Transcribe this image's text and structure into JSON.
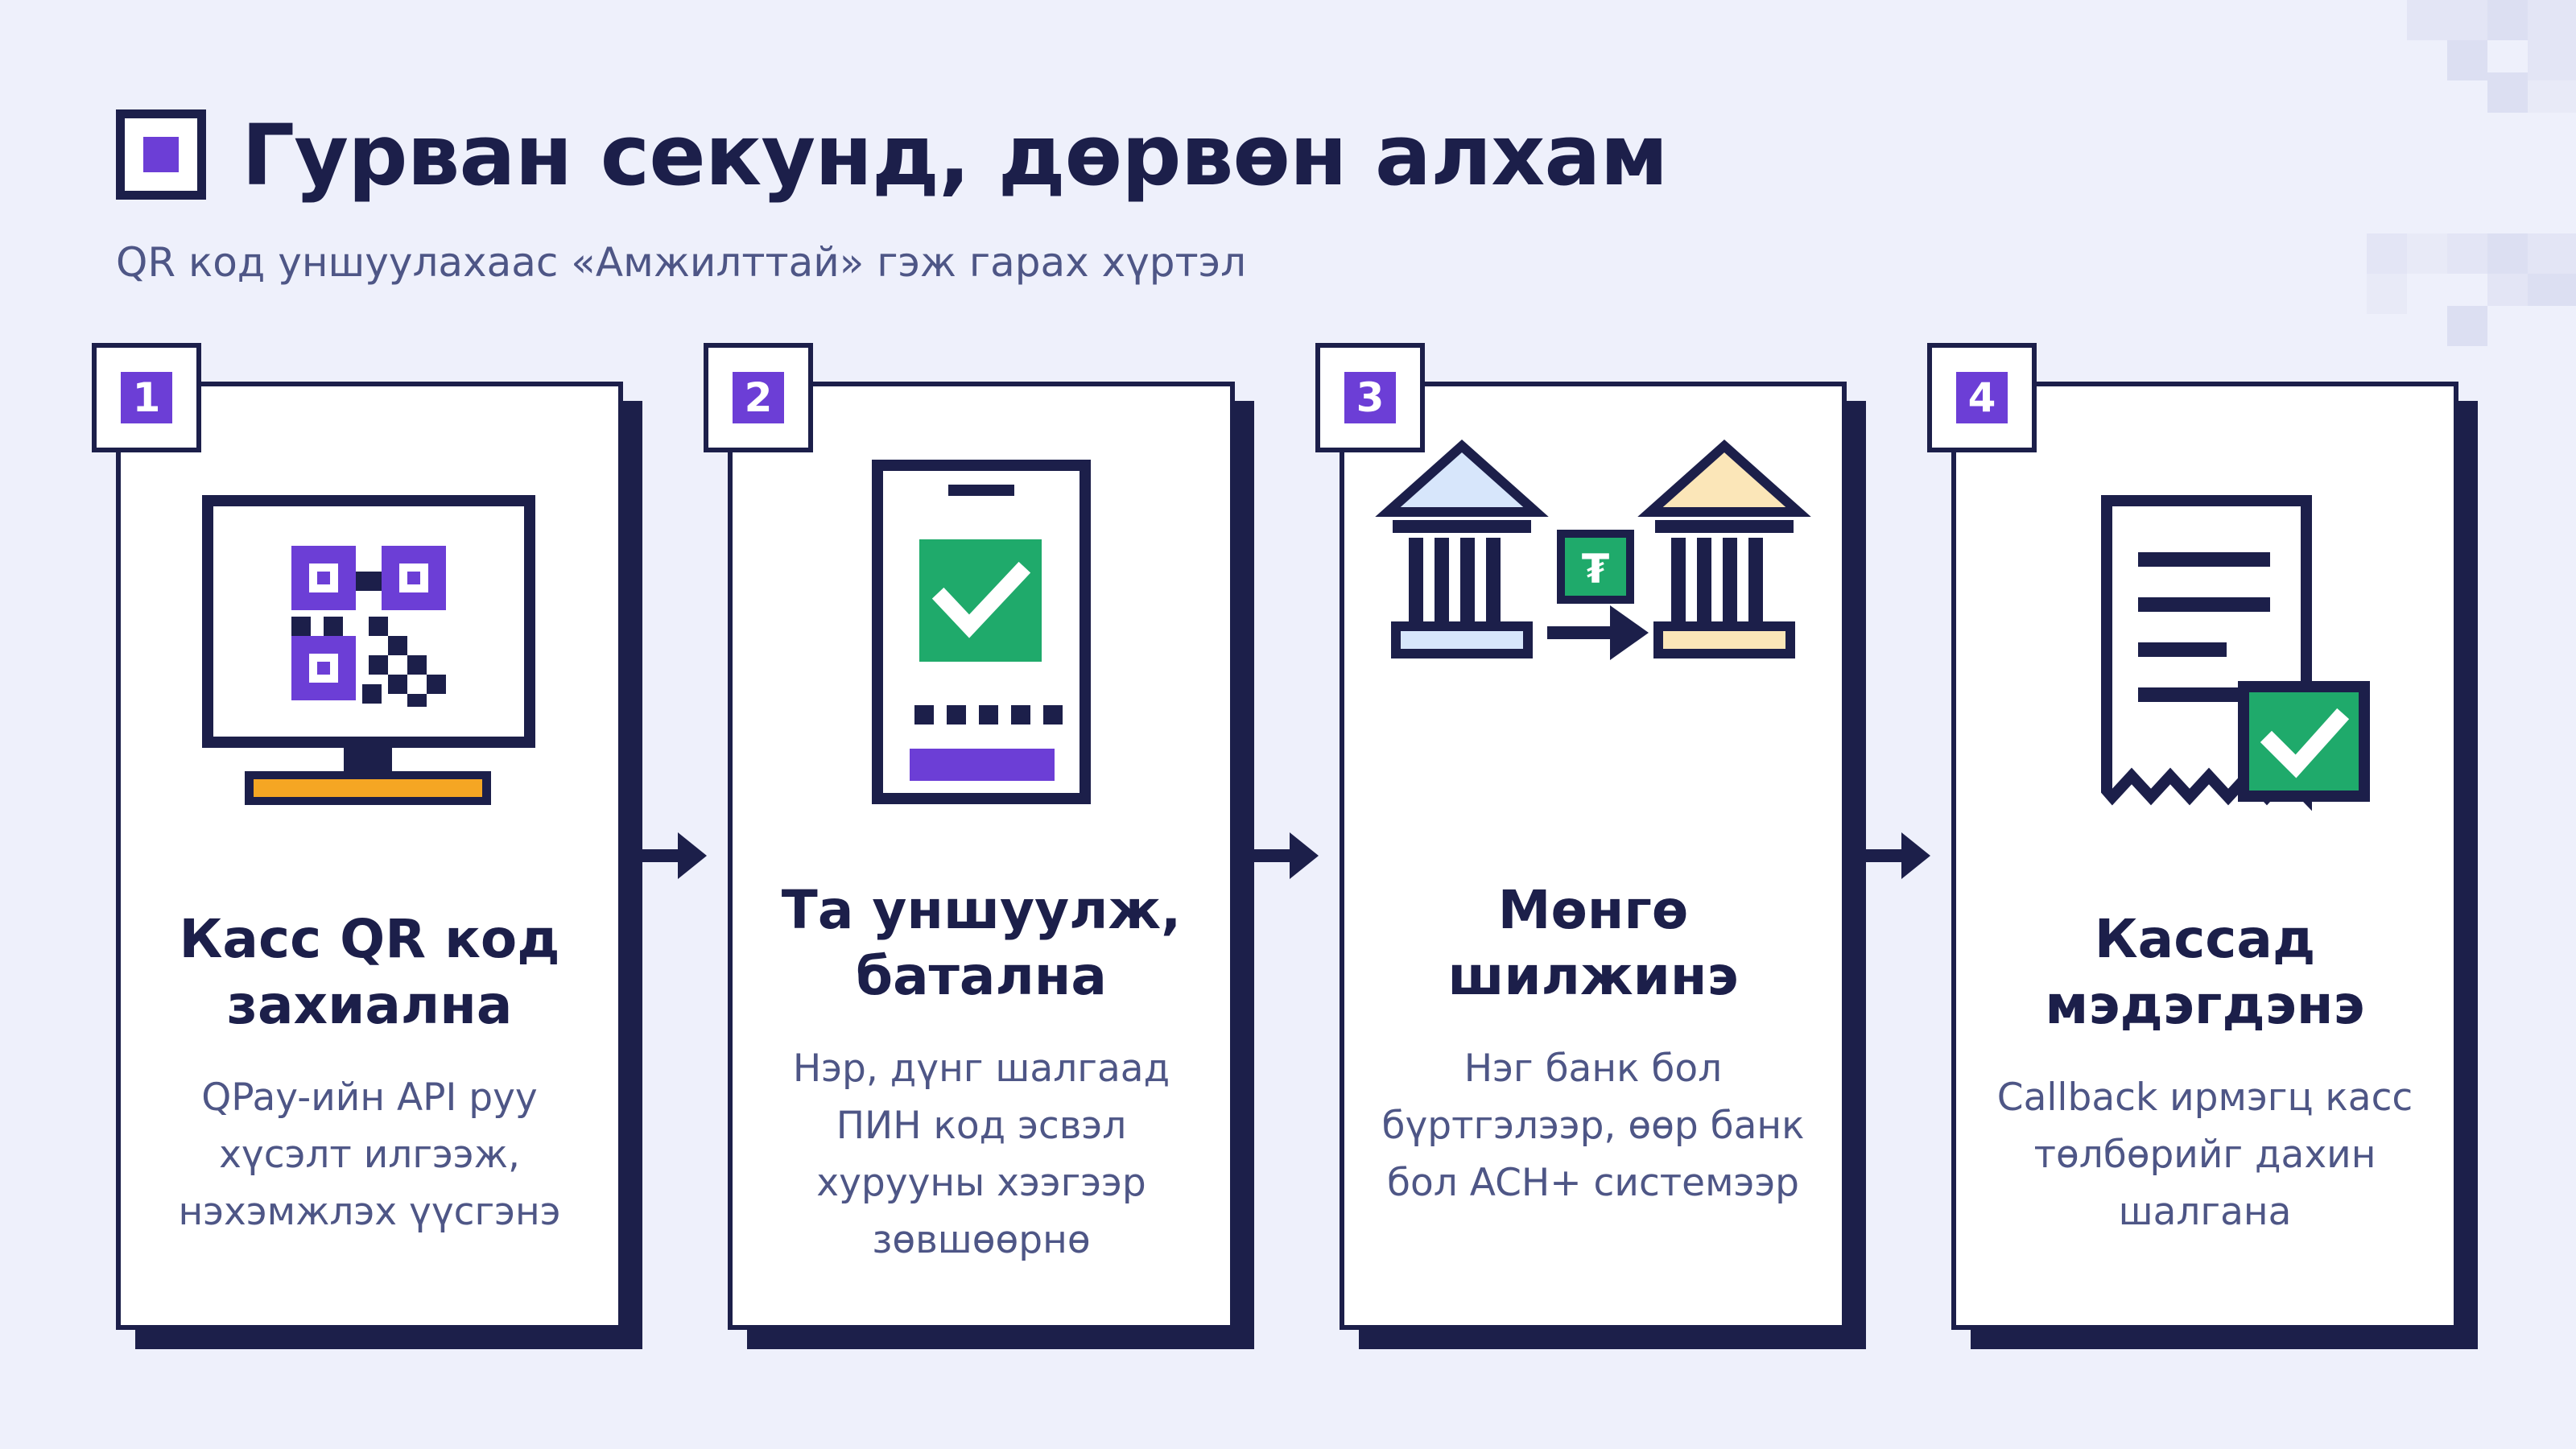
{
  "header": {
    "title": "Гурван секунд, дөрвөн алхам",
    "subtitle": "QR код уншуулахаас «Амжилттай» гэж гарах хүртэл"
  },
  "steps": [
    {
      "number": "1",
      "title": "Касс QR код захиална",
      "description": "QPay-ийн API руу хүсэлт илгээж, нэхэмжлэх үүсгэнэ",
      "icon": "monitor-qr-icon"
    },
    {
      "number": "2",
      "title": "Та уншуулж, батална",
      "description": "Нэр, дүнг шалгаад ПИН код эсвэл хурууны хээгээр зөвшөөрнө",
      "icon": "phone-check-icon"
    },
    {
      "number": "3",
      "title": "Мөнгө шилжинэ",
      "description": "Нэг банк бол бүртгэлээр, өөр банк бол ACH+ системээр",
      "icon": "bank-transfer-icon"
    },
    {
      "number": "4",
      "title": "Кассад мэдэгдэнэ",
      "description": "Callback ирмэгц касс төлбөрийг дахин шалгана",
      "icon": "receipt-check-icon"
    }
  ],
  "icons": {
    "tugrik_symbol": "₮"
  },
  "colors": {
    "background": "#eef0fb",
    "navy": "#1c1f4a",
    "purple": "#6c3ed6",
    "green": "#1faa6b",
    "orange": "#f5a623",
    "muted_text": "#4e5686",
    "bank_blue": "#d7e6fb",
    "bank_yellow": "#fbe6b8"
  }
}
